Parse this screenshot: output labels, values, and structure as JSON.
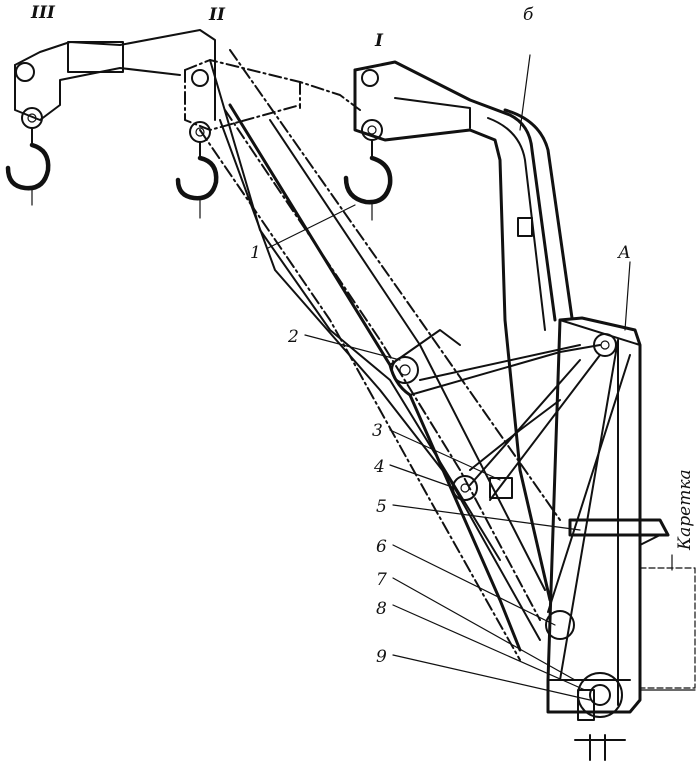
{
  "labels": {
    "pos_III": "III",
    "pos_II": "II",
    "pos_I": "I",
    "boom": "б",
    "point_A": "А",
    "carriage": "Каретка",
    "n1": "1",
    "n2": "2",
    "n3": "3",
    "n4": "4",
    "n5": "5",
    "n6": "6",
    "n7": "7",
    "n8": "8",
    "n9": "9"
  }
}
